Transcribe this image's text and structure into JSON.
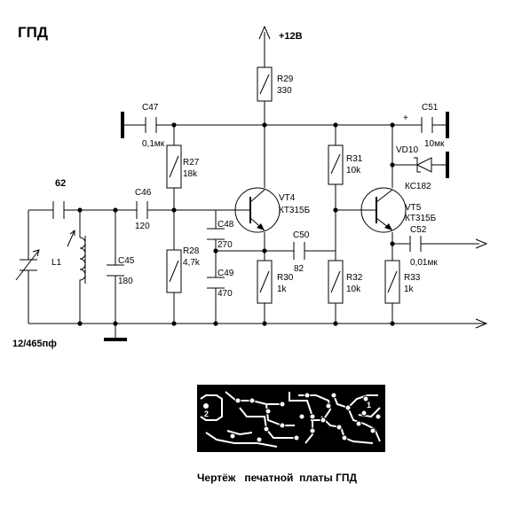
{
  "title": "ГПД",
  "supply": "+12В",
  "caption": "Чертёж   печатной  платы ГПД",
  "tune_cap": "12/465пф",
  "c_62": "62",
  "r29": {
    "name": "R29",
    "value": "330"
  },
  "r27": {
    "name": "R27",
    "value": "18k"
  },
  "r28": {
    "name": "R28",
    "value": "4,7k"
  },
  "r30": {
    "name": "R30",
    "value": "1k"
  },
  "r31": {
    "name": "R31",
    "value": "10k"
  },
  "r32": {
    "name": "R32",
    "value": "10k"
  },
  "r33": {
    "name": "R33",
    "value": "1k"
  },
  "c45": {
    "name": "C45",
    "value": "180"
  },
  "c46": {
    "name": "C46",
    "value": "120"
  },
  "c47": {
    "name": "C47",
    "value": "0,1мк"
  },
  "c48": {
    "name": "C48",
    "value": "270"
  },
  "c49": {
    "name": "C49",
    "value": "470"
  },
  "c50": {
    "name": "C50",
    "value": "82"
  },
  "c51": {
    "name": "C51",
    "value": "10мк",
    "polarity": "+"
  },
  "c52": {
    "name": "C52",
    "value": "0,01мк"
  },
  "l1": {
    "name": "L1"
  },
  "vt4": {
    "name": "VT4",
    "type": "КТ315Б"
  },
  "vt5": {
    "name": "VT5",
    "type": "КТ315Б"
  },
  "vd10": {
    "name": "VD10",
    "type": "КС182"
  },
  "pcb": {
    "pad1": "1",
    "pad2": "2"
  }
}
